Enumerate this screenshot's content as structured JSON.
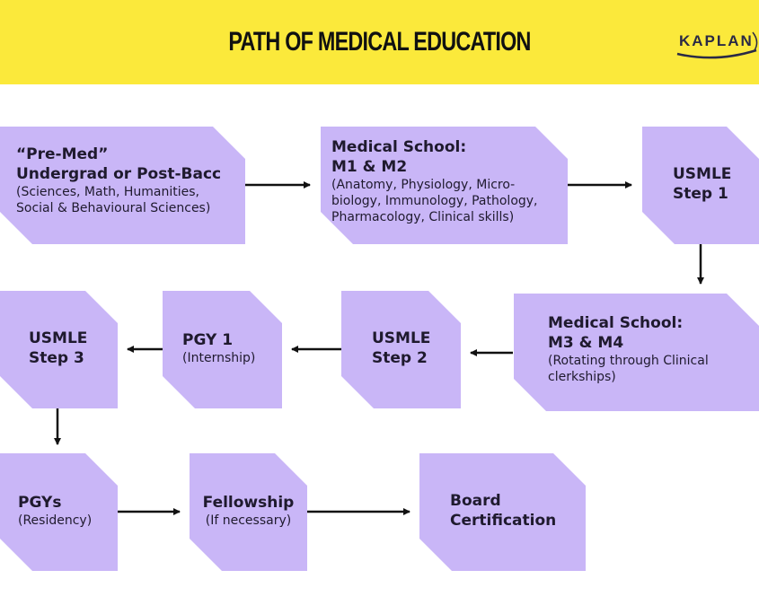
{
  "header": {
    "title": "PATH OF MEDICAL EDUCATION",
    "logo": "KAPLAN",
    "background_color": "#fbe93b"
  },
  "box_color": "#c9b6f7",
  "steps": [
    {
      "heading1": "“Pre-Med”",
      "heading2": "Undergrad or Post-Bacc",
      "sub1": "(Sciences, Math, Humanities,",
      "sub2": "Social & Behavioural Sciences)"
    },
    {
      "heading1": "Medical School:",
      "heading2": "M1 & M2",
      "sub1": "(Anatomy, Physiology, Micro-",
      "sub2": "biology, Immunology, Pathology,",
      "sub3": "Pharmacology, Clinical skills)"
    },
    {
      "heading1": "USMLE",
      "heading2": "Step 1"
    },
    {
      "heading1": "Medical School:",
      "heading2": "M3 & M4",
      "sub1": "(Rotating through Clinical",
      "sub2": "clerkships)"
    },
    {
      "heading1": "USMLE",
      "heading2": "Step 2"
    },
    {
      "heading1": "PGY 1",
      "sub1": "(Internship)"
    },
    {
      "heading1": "USMLE",
      "heading2": "Step 3"
    },
    {
      "heading1": "PGYs",
      "sub1": "(Residency)"
    },
    {
      "heading1": "Fellowship",
      "sub1": "(If necessary)"
    },
    {
      "heading1": "Board",
      "heading2": "Certification"
    }
  ]
}
